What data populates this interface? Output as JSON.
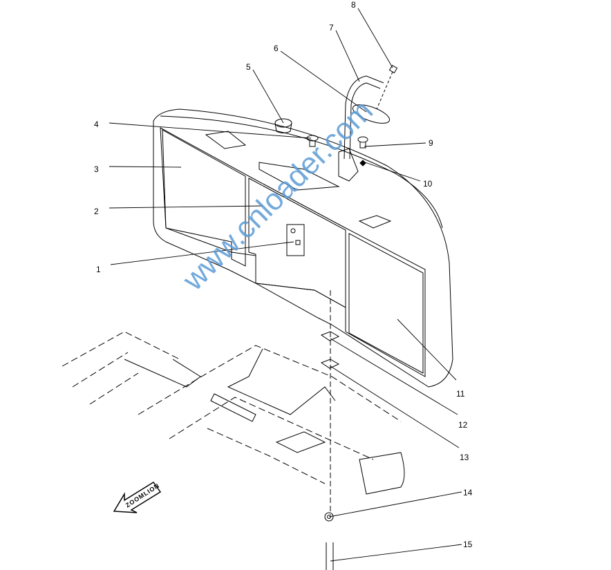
{
  "diagram": {
    "callouts": [
      {
        "id": "8",
        "label": "8"
      },
      {
        "id": "7",
        "label": "7"
      },
      {
        "id": "6",
        "label": "6"
      },
      {
        "id": "5",
        "label": "5"
      },
      {
        "id": "4",
        "label": "4"
      },
      {
        "id": "3",
        "label": "3"
      },
      {
        "id": "2",
        "label": "2"
      },
      {
        "id": "1",
        "label": "1"
      },
      {
        "id": "9",
        "label": "9"
      },
      {
        "id": "10",
        "label": "10"
      },
      {
        "id": "11",
        "label": "11"
      },
      {
        "id": "12",
        "label": "12"
      },
      {
        "id": "13",
        "label": "13"
      },
      {
        "id": "14",
        "label": "14"
      },
      {
        "id": "15",
        "label": "15"
      }
    ],
    "watermark": "www.cnloader.com",
    "logo_text": "ZOOMLION"
  }
}
